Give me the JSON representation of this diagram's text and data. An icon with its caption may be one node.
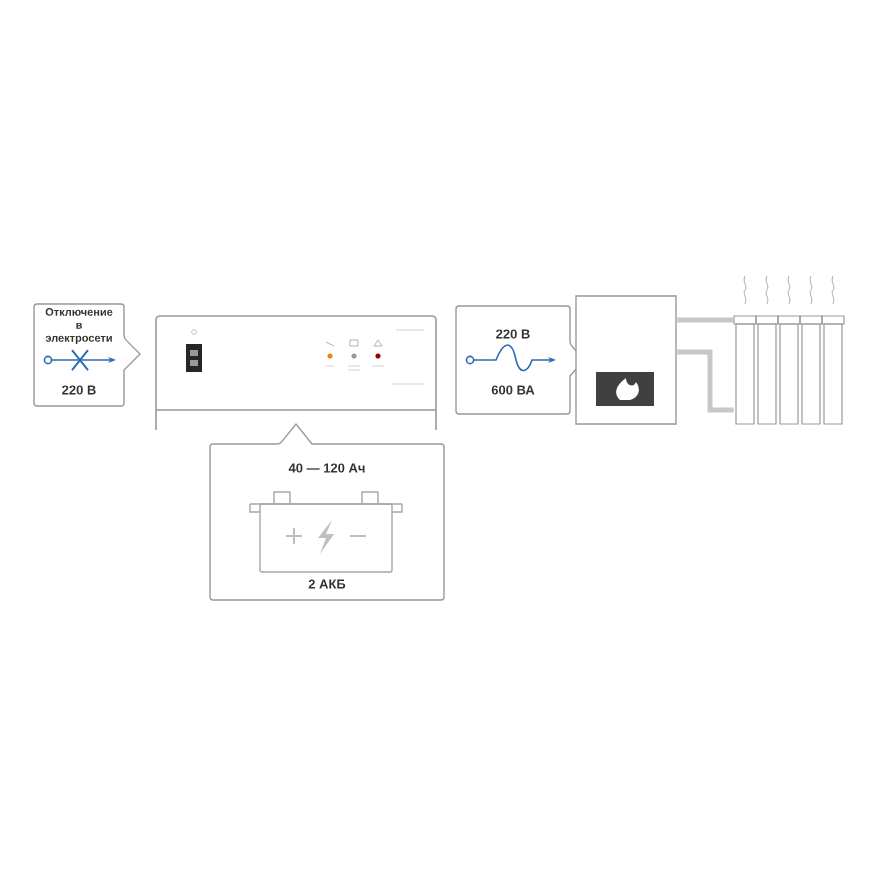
{
  "diagram": {
    "nodes": [
      {
        "text": [
          "Отключение в электросети",
          "220 В"
        ]
      },
      {
        "text": [],
        "shape": "picture"
      },
      {
        "text": [
          "40 — 120 Ач",
          "2 АКБ"
        ]
      },
      {
        "text": [
          "220 В",
          "600 ВА"
        ]
      },
      {
        "text": [],
        "shape": "picture"
      },
      {
        "text": [],
        "shape": "picture"
      }
    ],
    "edges": [
      {
        "from": 4,
        "to": 5,
        "arrow": "none"
      },
      {
        "from": 4,
        "to": 5,
        "arrow": "none"
      }
    ]
  }
}
